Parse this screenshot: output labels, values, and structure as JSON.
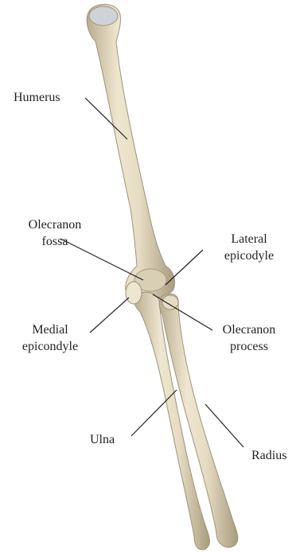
{
  "labels": {
    "humerus": "Humerus",
    "olecranon_fossa": [
      "Olecranon",
      "fossa"
    ],
    "lateral_epicondyle": [
      "Lateral",
      "epicodyle"
    ],
    "medial_epicondyle": [
      "Medial",
      "epicondyle"
    ],
    "olecranon_process": [
      "Olecranon",
      "process"
    ],
    "ulna": "Ulna",
    "radius": "Radius"
  },
  "colors": {
    "bone": "#e6dcc3",
    "bone_shadow": "#b9ad8f",
    "bone_highlight": "#f3ecd9",
    "leader_line": "#231f20",
    "text": "#231f20"
  }
}
